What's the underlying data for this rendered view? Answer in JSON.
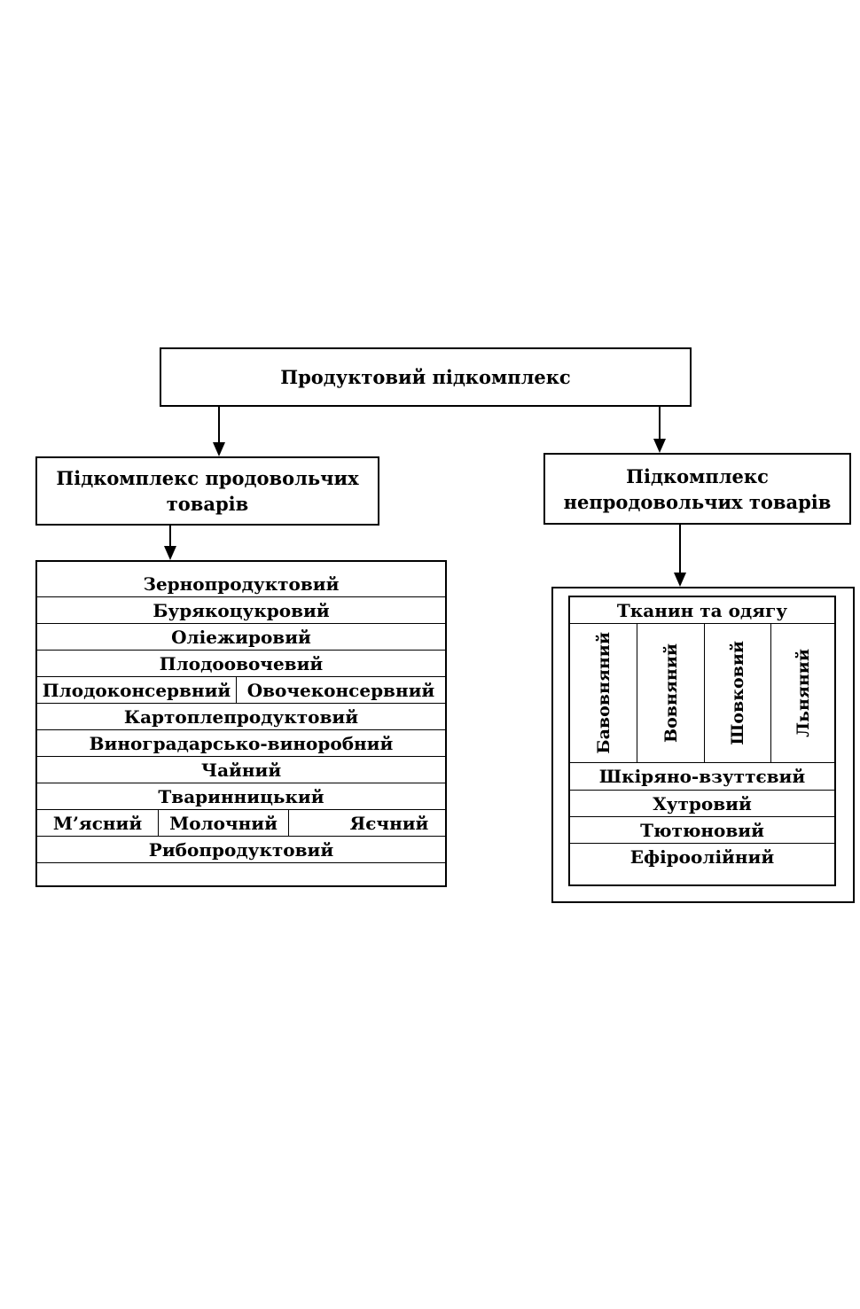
{
  "root": {
    "label": "Продуктовий підкомплекс"
  },
  "food": {
    "title_line1": "Підкомплекс продовольчих",
    "title_line2": "товарів",
    "rows": {
      "r1": "Зернопродуктовий",
      "r2": "Бурякоцукровий",
      "r3": "Оліежировий",
      "r4": "Плодоовочевий",
      "r5a": "Плодоконсервний",
      "r5b": "Овочеконсервний",
      "r6": "Картоплепродуктовий",
      "r7": "Виноградарсько-виноробний",
      "r8": "Чайний",
      "r9": "Тваринницький",
      "r10a": "М’ясний",
      "r10b": "Молочний",
      "r10c": "Яєчний",
      "r11": "Рибопродуктовий"
    }
  },
  "nonfood": {
    "title_line1": "Підкомплекс",
    "title_line2": "непродовольчих товарів",
    "textile_header": "Тканин та одягу",
    "textile_columns": {
      "c1": "Бавовняний",
      "c2": "Вовняний",
      "c3": "Шовковий",
      "c4": "Льняний"
    },
    "rows": {
      "r1": "Шкіряно-взуттєвий",
      "r2": "Хутровий",
      "r3": "Тютюновий",
      "r4": "Ефіроолійний"
    }
  }
}
